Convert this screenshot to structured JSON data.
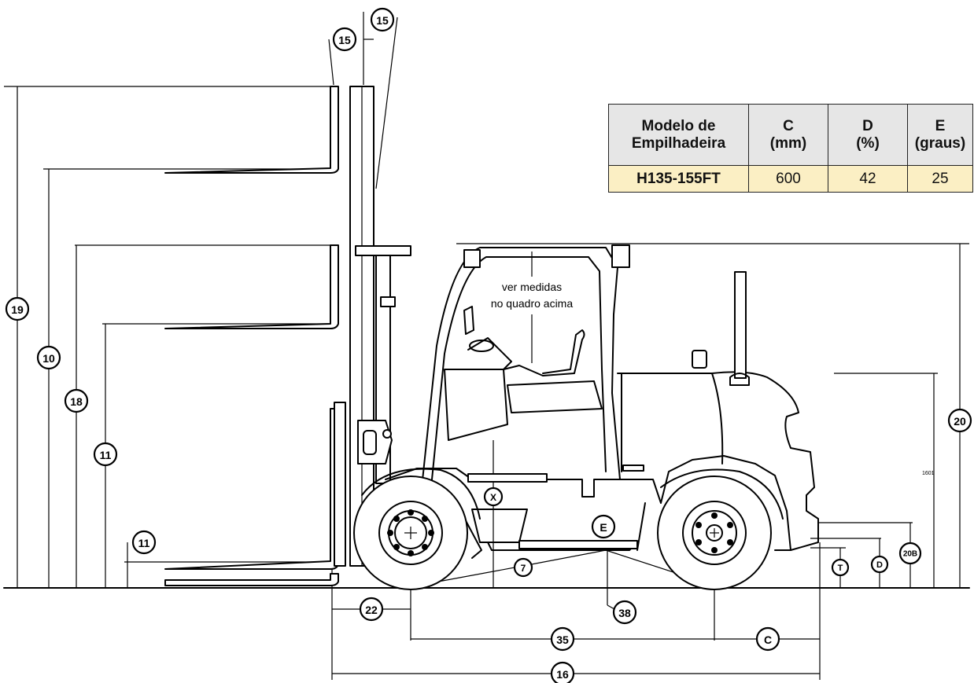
{
  "table": {
    "headers": [
      {
        "line1": "Modelo de",
        "line2": "Empilhadeira"
      },
      {
        "line1": "C",
        "line2": "(mm)"
      },
      {
        "line1": "D",
        "line2": "(%)"
      },
      {
        "line1": "E",
        "line2": "(graus)"
      }
    ],
    "row": {
      "model": "H135-155FT",
      "c": "600",
      "d": "42",
      "e": "25"
    }
  },
  "cab_note": {
    "line1": "ver medidas",
    "line2": "no quadro acima"
  },
  "side_value": "1601",
  "callouts": {
    "tilt_back": "15",
    "tilt_fwd": "15",
    "max_height": "19",
    "free_lift_10": "10",
    "ovh_height": "18",
    "lift_11": "11",
    "fork_11": "11",
    "cab_height": "20",
    "x": "X",
    "e": "E",
    "clearance_7": "7",
    "t": "T",
    "d": "D",
    "h20b": "20B",
    "front_overhang": "22",
    "ground_38": "38",
    "wheelbase": "35",
    "c": "C",
    "length": "16"
  }
}
